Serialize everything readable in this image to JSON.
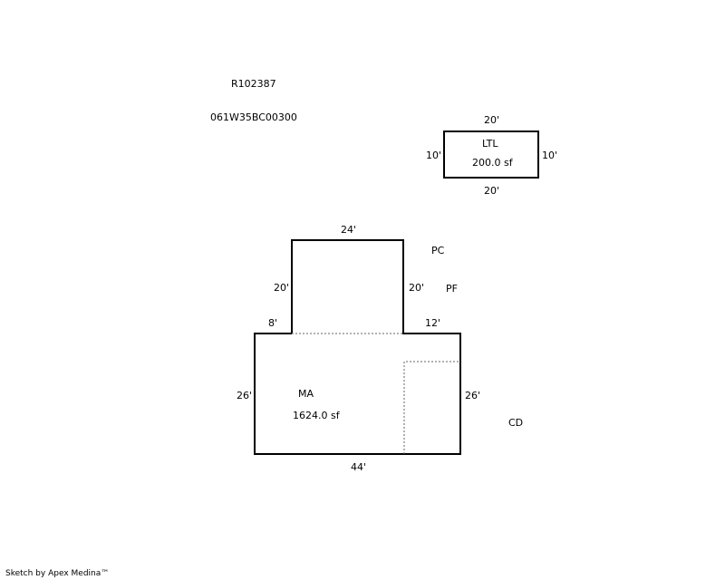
{
  "header": {
    "parcel_number": "R102387",
    "map_tax_lot": "061W35BC00300"
  },
  "areas": {
    "ltl": {
      "code": "LTL",
      "area": "200.0 sf",
      "dim_top": "20'",
      "dim_bottom": "20'",
      "dim_left": "10'",
      "dim_right": "10'"
    },
    "main": {
      "code": "MA",
      "area": "1624.0 sf",
      "dim_upper_top": "24'",
      "dim_upper_left": "20'",
      "dim_upper_right": "20'",
      "dim_left_step": "8'",
      "dim_right_step": "12'",
      "dim_left": "26'",
      "dim_right": "26'",
      "dim_bottom": "44'"
    }
  },
  "codes": {
    "pc": "PC",
    "pf": "PF",
    "cd": "CD"
  },
  "footer": {
    "credit": "Sketch by Apex Medina™"
  }
}
